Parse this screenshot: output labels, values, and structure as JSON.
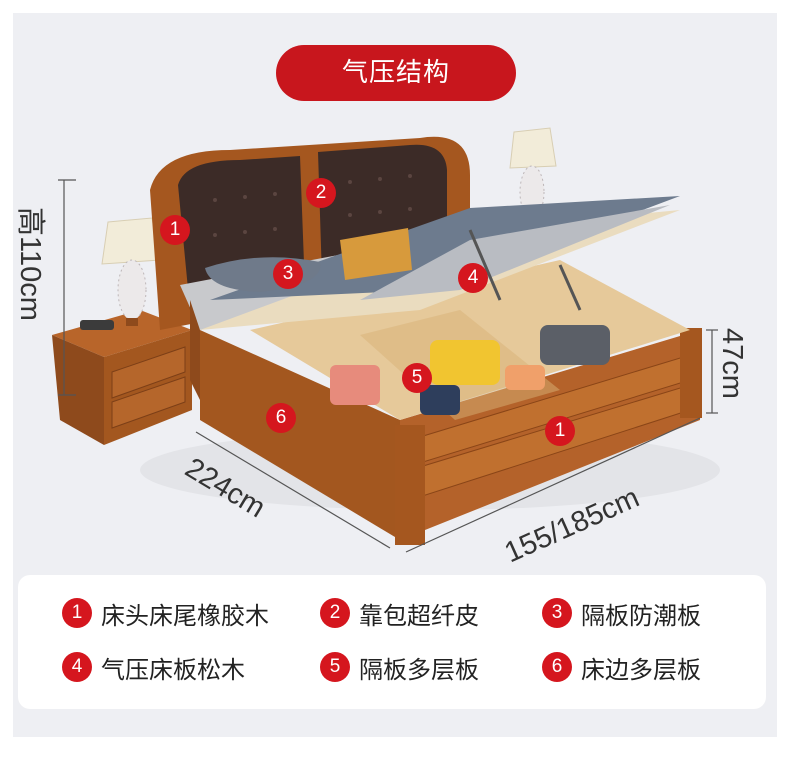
{
  "title": "气压结构",
  "dimensions": {
    "height": "高110cm",
    "length": "224cm",
    "width": "155/185cm",
    "storage_height": "47cm"
  },
  "callouts": [
    "1",
    "2",
    "3",
    "4",
    "5",
    "6",
    "1"
  ],
  "legend": [
    {
      "num": "1",
      "label": "床头床尾橡胶木"
    },
    {
      "num": "2",
      "label": "靠包超纤皮"
    },
    {
      "num": "3",
      "label": "隔板防潮板"
    },
    {
      "num": "4",
      "label": "气压床板松木"
    },
    {
      "num": "5",
      "label": "隔板多层板"
    },
    {
      "num": "6",
      "label": "床边多层板"
    }
  ],
  "colors": {
    "accent": "#d5161e",
    "panel": "#eeeff3",
    "wood": "#a5571f"
  }
}
